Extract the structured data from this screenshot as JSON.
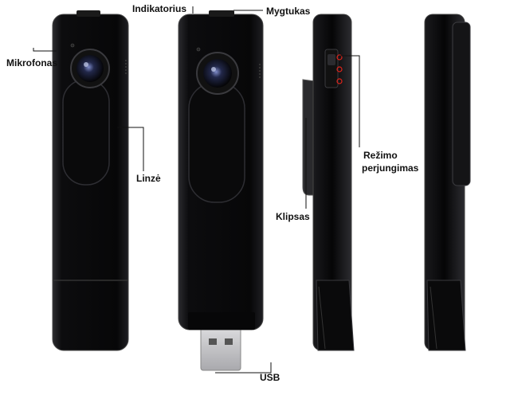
{
  "labels": {
    "mikrofonas": "Mikrofonas",
    "indikatorius": "Indikatorius",
    "mygtukas": "Mygtukas",
    "linze": "Linzė",
    "rezimo_line1": "Režimo",
    "rezimo_line2": "perjungimas",
    "klipsas": "Klipsas",
    "usb": "USB"
  },
  "colors": {
    "body": "#0b0b0c",
    "edge": "#3a3a3e",
    "accent": "#e0241b"
  }
}
